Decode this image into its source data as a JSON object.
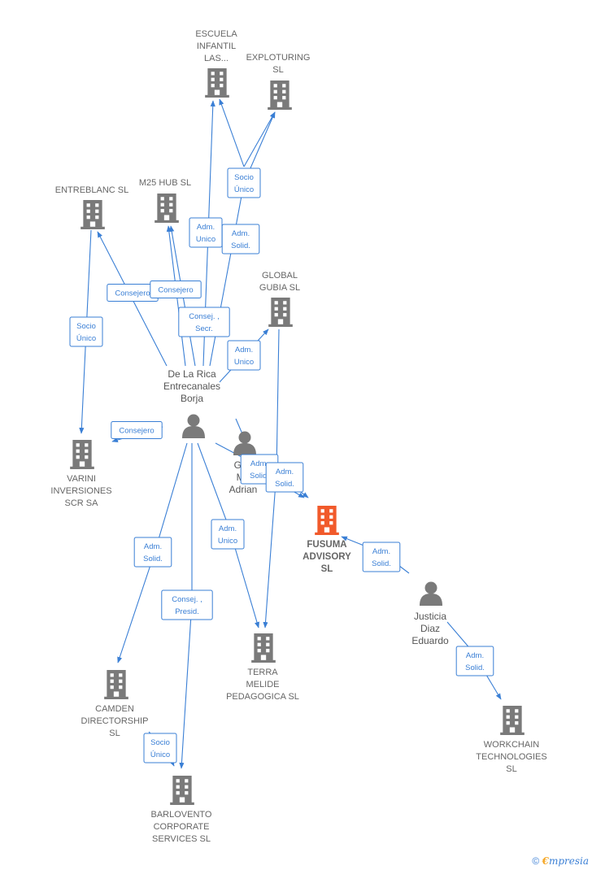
{
  "colors": {
    "edge": "#3a7fd5",
    "company": "#7a7a7a",
    "focus": "#f15a2b",
    "person": "#7a7a7a"
  },
  "companies": [
    {
      "id": "escuela",
      "lines": [
        "ESCUELA",
        "INFANTIL",
        "LAS..."
      ],
      "icon": "building-icon"
    },
    {
      "id": "exploturing",
      "lines": [
        "EXPLOTURING",
        "SL"
      ],
      "icon": "building-icon"
    },
    {
      "id": "entreblanc",
      "lines": [
        "ENTREBLANC SL"
      ],
      "icon": "building-icon"
    },
    {
      "id": "m25",
      "lines": [
        "M25 HUB  SL"
      ],
      "icon": "building-icon"
    },
    {
      "id": "globalgubia",
      "lines": [
        "GLOBAL",
        "GUBIA  SL"
      ],
      "icon": "building-icon"
    },
    {
      "id": "varini",
      "lines": [
        "VARINI",
        "INVERSIONES",
        "SCR SA"
      ],
      "icon": "building-icon"
    },
    {
      "id": "fusuma",
      "lines": [
        "FUSUMA",
        "ADVISORY",
        "SL"
      ],
      "icon": "building-icon",
      "focus": true
    },
    {
      "id": "terra",
      "lines": [
        "TERRA",
        "MELIDE",
        "PEDAGOGICA SL"
      ],
      "icon": "building-icon"
    },
    {
      "id": "camden",
      "lines": [
        "CAMDEN",
        "DIRECTORSHIP",
        "SL"
      ],
      "icon": "building-icon"
    },
    {
      "id": "workchain",
      "lines": [
        "WORKCHAIN",
        "TECHNOLOGIES",
        "SL"
      ],
      "icon": "building-icon"
    },
    {
      "id": "barlovento",
      "lines": [
        "BARLOVENTO",
        "CORPORATE",
        "SERVICES  SL"
      ],
      "icon": "building-icon"
    }
  ],
  "people": [
    {
      "id": "delarica",
      "lines": [
        "De La Rica",
        "Entrecanales",
        "Borja"
      ],
      "icon": "person-icon"
    },
    {
      "id": "gomez",
      "lines": [
        "Gon",
        "Mu",
        "Adrian"
      ],
      "icon": "person-icon"
    },
    {
      "id": "justicia",
      "lines": [
        "Justicia",
        "Diaz",
        "Eduardo"
      ],
      "icon": "person-icon"
    }
  ],
  "edges": [
    {
      "id": "e1",
      "from": "globalgubia",
      "to": "escuela",
      "label": [
        "Socio",
        "Único"
      ]
    },
    {
      "id": "e2",
      "from": "globalgubia",
      "to": "exploturing",
      "label": []
    },
    {
      "id": "e3",
      "from": "delarica",
      "to": "escuela",
      "label": [
        "Adm.",
        "Unico"
      ]
    },
    {
      "id": "e4",
      "from": "delarica",
      "to": "exploturing",
      "label": [
        "Adm.",
        "Solid."
      ]
    },
    {
      "id": "e5",
      "from": "delarica",
      "to": "entreblanc",
      "label": [
        "Consejero"
      ]
    },
    {
      "id": "e6",
      "from": "delarica",
      "to": "m25",
      "label": [
        "Consejero"
      ]
    },
    {
      "id": "e7",
      "from": "delarica",
      "to": "m25",
      "label": [
        "Consej. ,",
        "Secr."
      ]
    },
    {
      "id": "e8",
      "from": "delarica",
      "to": "globalgubia",
      "label": [
        "Adm.",
        "Unico"
      ]
    },
    {
      "id": "e9",
      "from": "entreblanc",
      "to": "varini",
      "label": [
        "Socio",
        "Único"
      ]
    },
    {
      "id": "e10",
      "from": "delarica",
      "to": "varini",
      "label": [
        "Consejero"
      ]
    },
    {
      "id": "e11",
      "from": "gomez",
      "to": "fusuma",
      "label": [
        "Adm.",
        "Solid."
      ]
    },
    {
      "id": "e12",
      "from": "delarica",
      "to": "fusuma",
      "label": [
        "Adm.",
        "Solid."
      ]
    },
    {
      "id": "e13",
      "from": "globalgubia",
      "to": "terra",
      "label": []
    },
    {
      "id": "e14",
      "from": "delarica",
      "to": "terra",
      "label": [
        "Adm.",
        "Unico"
      ]
    },
    {
      "id": "e15",
      "from": "delarica",
      "to": "camden",
      "label": [
        "Adm.",
        "Solid."
      ]
    },
    {
      "id": "e16",
      "from": "delarica",
      "to": "barlovento",
      "label": [
        "Consej. ,",
        "Presid."
      ]
    },
    {
      "id": "e17",
      "from": "camden",
      "to": "barlovento",
      "label": [
        "Socio",
        "Único"
      ]
    },
    {
      "id": "e18",
      "from": "justicia",
      "to": "fusuma",
      "label": [
        "Adm.",
        "Solid."
      ]
    },
    {
      "id": "e19",
      "from": "justicia",
      "to": "workchain",
      "label": [
        "Adm.",
        "Solid."
      ]
    }
  ],
  "footer": {
    "copyright": "©",
    "brand_initial": "€",
    "brand_rest": "mpresia"
  }
}
